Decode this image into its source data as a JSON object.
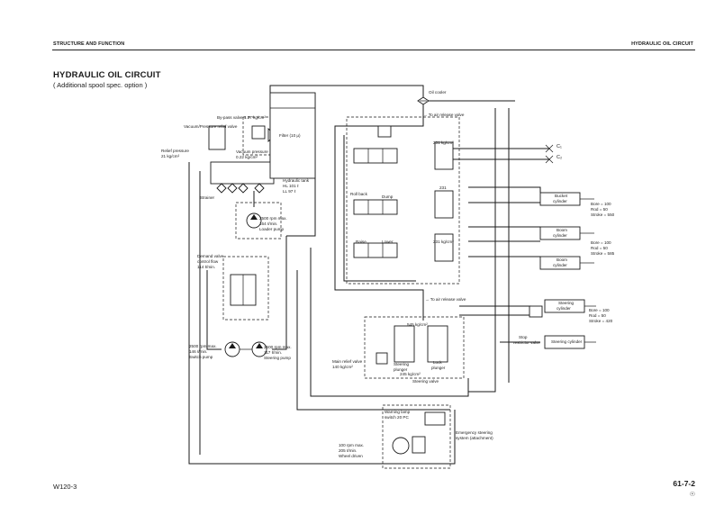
{
  "header": {
    "left": "STRUCTURE AND FUNCTION",
    "right": "HYDRAULIC OIL CIRCUIT"
  },
  "title": "HYDRAULIC OIL CIRCUIT",
  "subtitle": "( Additional spool spec. option )",
  "footer": {
    "left": "W120-3",
    "right": "61-7-2",
    "mark": "☉"
  },
  "labels": {
    "oil_cooler": "Oil cooler",
    "bypass_valve": "By-pass valve 1.27 kg/cm²",
    "vacuum_relief": "Vacuum/Pressure relief valve",
    "filter": "Filter (10 μ)",
    "vacuum_pressure_1": "Vacuum pressure",
    "vacuum_pressure_2": "0.22 kg/cm²",
    "relief_pressure_1": "Relief pressure",
    "relief_pressure_2": "21 kg/cm²",
    "hydraulic_tank_1": "Hydraulic tank",
    "hydraulic_tank_2": "HL 101 ℓ",
    "hydraulic_tank_3": "LL 97 ℓ",
    "strainer": "Strainer",
    "loader_pump_1": "2500 rpm max.",
    "loader_pump_2": "164 ℓ/min.",
    "loader_pump_3": "Loader pump",
    "to_air_release_top": "To air release valve",
    "to_air_release_bottom": "To air release valve",
    "pressure_231_a": "231 kg/cm²",
    "pressure_231_b": "231",
    "pressure_231_c": "231 kg/cm²",
    "roll_back": "Roll back",
    "dump": "Dump",
    "raise": "Raise",
    "lower": "Lower",
    "c1": "C₁",
    "c2": "C₂",
    "bucket_cylinder_1": "Bucket",
    "bucket_cylinder_2": "cylinder",
    "bucket_bore": "Bore = 100",
    "bucket_rod": "Rod = 50",
    "bucket_stroke": "Stroke = 550",
    "boom_cylinder_a_1": "Boom",
    "boom_cylinder_a_2": "cylinder",
    "boom_cylinder_b_1": "Boom",
    "boom_cylinder_b_2": "cylinder",
    "boom_bore": "Bore = 100",
    "boom_rod": "Rod = 50",
    "boom_stroke": "Stroke = 585",
    "demand_valve_1": "Demand valve",
    "demand_valve_2": "control flow",
    "demand_valve_3": "114 ℓ/min.",
    "steering_cylinder_a_1": "Steering",
    "steering_cylinder_a_2": "cylinder",
    "steering_cylinder_b": "Steering cylinder",
    "steer_bore": "Bore = 100",
    "steer_rod": "Rod = 50",
    "steer_stroke": "Stroke = 420",
    "pressure_545": "545 kg/cm²",
    "pressure_245": "245 kg/cm²",
    "steering_plunger_1": "Steering",
    "steering_plunger_2": "plunger",
    "lock_plunger_1": "Lock",
    "lock_plunger_2": "plunger",
    "main_relief_1": "Main relief valve",
    "main_relief_2": "140 kg/cm²",
    "steering_valve": "Steering valve",
    "stop_restrictor_1": "Stop",
    "stop_restrictor_2": "restrictor valve",
    "switch_pump_1": "2500 rpm max.",
    "switch_pump_2": "146 ℓ/min.",
    "switch_pump_3": "Switch pump",
    "steering_pump_1": "2500 rpm max.",
    "steering_pump_2": "117 ℓ/min.",
    "steering_pump_3": "Steering pump",
    "working_lamp_1": "Warning lamp",
    "working_lamp_2": "switch 20 PC",
    "emergency_1": "Emergency steering",
    "emergency_2": "system (attachment)",
    "wheel_1": "100 rpm max.",
    "wheel_2": "205 ℓ/min.",
    "wheel_3": "Wheel driven"
  }
}
